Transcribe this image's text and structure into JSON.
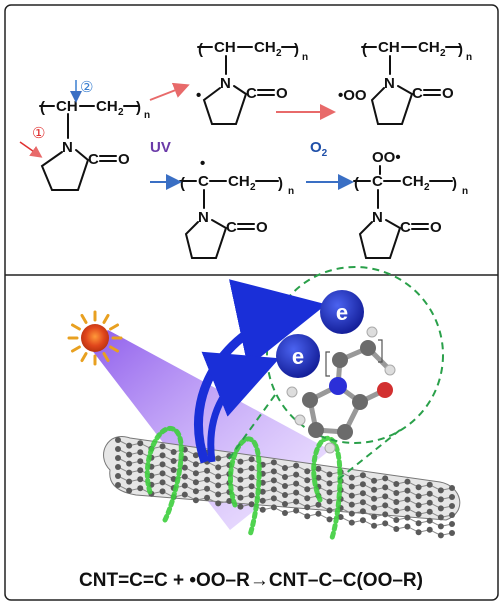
{
  "reaction_top": {
    "markers": {
      "one": "①",
      "two": "②"
    },
    "conditions": {
      "uv": "UV",
      "o2": "O",
      "o2_sub": "2"
    },
    "colors": {
      "red_arrow": "#e86a6a",
      "blue_arrow": "#3a6fc4",
      "uv_label": "#6a3aa8",
      "o2_label": "#1f4fa8",
      "marker_red": "#e03030",
      "marker_blue": "#3a7fd0"
    },
    "labels": {
      "ch": "CH",
      "ch2": "CH",
      "sub2": "2",
      "n": "n",
      "N": "N",
      "CO": "C",
      "O": "O",
      "radical_dot": "•",
      "peroxy": "•OO",
      "carbon": "C",
      "peroxy_top": "OO•"
    }
  },
  "illustration": {
    "electron_label": "e",
    "colors": {
      "sun": "#e0461c",
      "beam": "#9a5af0",
      "electron": "#1f2fb8",
      "arrow": "#1a2fd8",
      "helix": "#3ecf3e",
      "tube": "#555555"
    }
  },
  "equation": {
    "text": "CNT=C=C + •OO–R→CNT–C–C(OO–R)"
  }
}
